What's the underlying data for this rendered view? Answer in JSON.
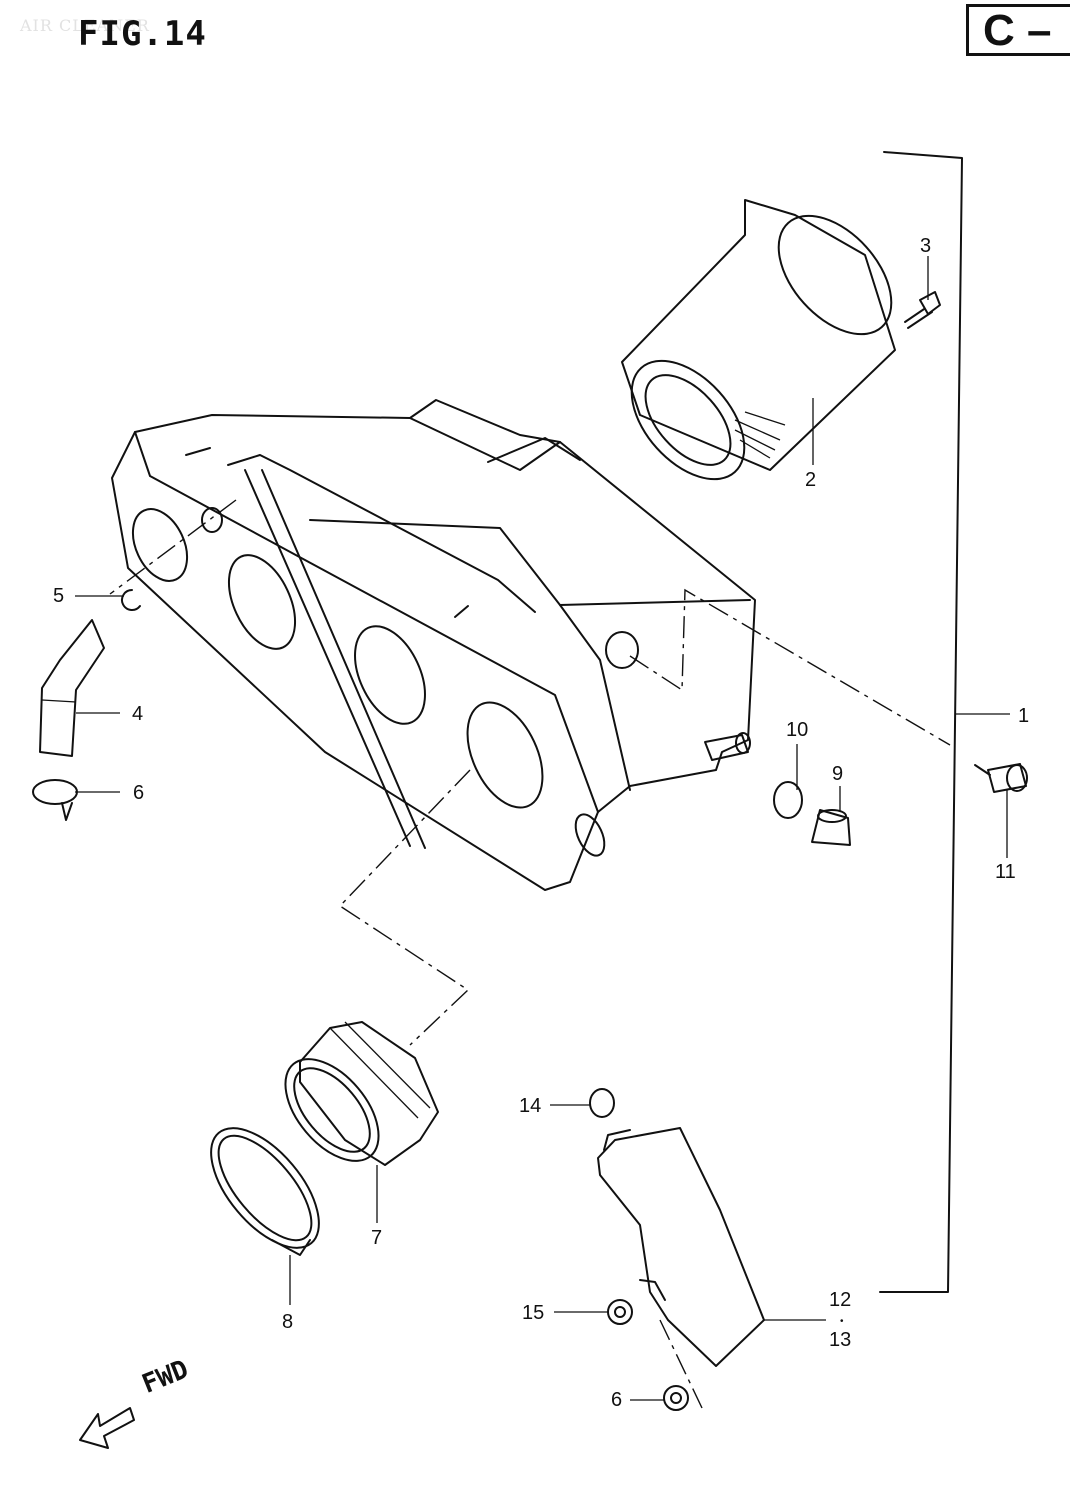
{
  "page": {
    "watermark": "AIR CLEANER",
    "figure_title": "FIG.14",
    "section_label": "C –",
    "direction_label": "FWD"
  },
  "callouts": [
    {
      "id": "c1",
      "label": "1",
      "part": "air-cleaner-assembly"
    },
    {
      "id": "c2",
      "label": "2",
      "part": "filter-element"
    },
    {
      "id": "c3",
      "label": "3",
      "part": "element-screw"
    },
    {
      "id": "c4",
      "label": "4",
      "part": "breather-hose"
    },
    {
      "id": "c5",
      "label": "5",
      "part": "clip"
    },
    {
      "id": "c6a",
      "label": "6",
      "part": "hose-clamp"
    },
    {
      "id": "c7",
      "label": "7",
      "part": "inlet-joint"
    },
    {
      "id": "c8",
      "label": "8",
      "part": "joint-clamp"
    },
    {
      "id": "c9",
      "label": "9",
      "part": "drain-cap"
    },
    {
      "id": "c10",
      "label": "10",
      "part": "drain-clip"
    },
    {
      "id": "c11",
      "label": "11",
      "part": "drain-plug"
    },
    {
      "id": "c12",
      "label": "12",
      "part": "intake-duct"
    },
    {
      "id": "c13",
      "label": "13",
      "part": "intake-duct-alt"
    },
    {
      "id": "c14",
      "label": "14",
      "part": "grommet"
    },
    {
      "id": "c15",
      "label": "15",
      "part": "nut"
    },
    {
      "id": "c6b",
      "label": "6",
      "part": "nut-clamp"
    }
  ],
  "colors": {
    "ink": "#111111",
    "paper": "#ffffff"
  }
}
